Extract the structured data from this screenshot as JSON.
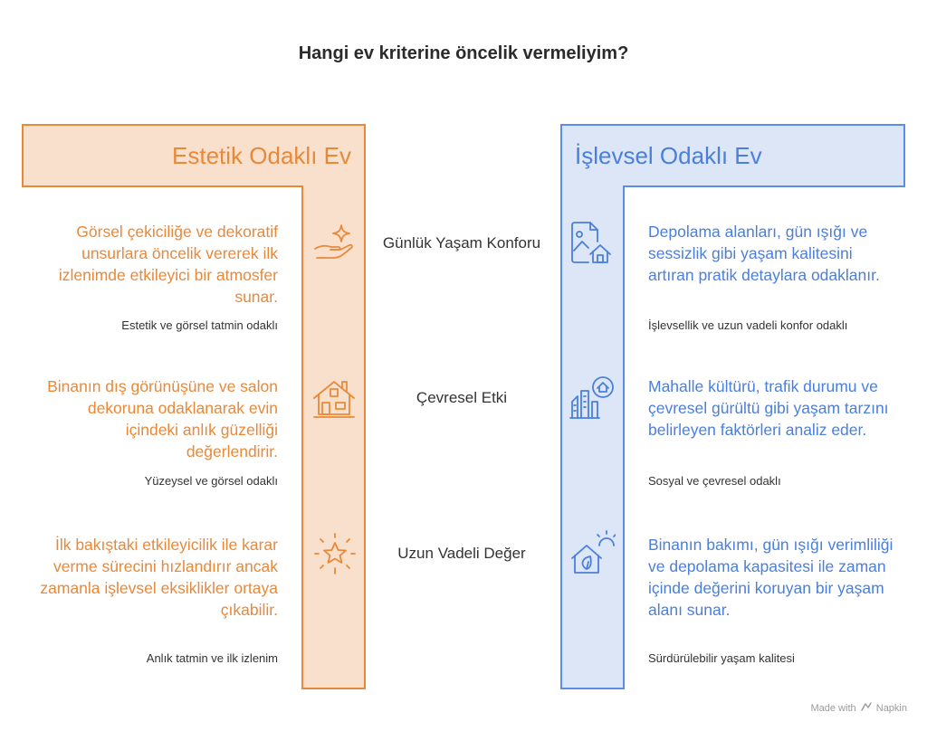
{
  "title": "Hangi ev kriterine öncelik vermeliyim?",
  "colors": {
    "aesthetic_accent": "#e8893a",
    "aesthetic_fill": "#f9e0cc",
    "functional_accent": "#4a7fdc",
    "functional_fill": "#dce6f7"
  },
  "aesthetic": {
    "header": "Estetik Odaklı Ev",
    "items": [
      {
        "icon": "sparkle-hand-icon",
        "text": "Görsel çekiciliğe ve dekoratif unsurlara öncelik vererek ilk izlenimde etkileyici bir atmosfer sunar.",
        "sub": "Estetik ve görsel tatmin odaklı"
      },
      {
        "icon": "house-icon",
        "text": "Binanın dış görünüşüne ve salon dekoruna odaklanarak evin içindeki anlık güzelliği değerlendirir.",
        "sub": "Yüzeysel ve görsel odaklı"
      },
      {
        "icon": "star-icon",
        "text": "İlk bakıştaki etkileyicilik ile karar verme sürecini hızlandırır ancak zamanla işlevsel eksiklikler ortaya çıkabilir.",
        "sub": "Anlık tatmin ve ilk izlenim"
      }
    ]
  },
  "functional": {
    "header": "İşlevsel Odaklı Ev",
    "items": [
      {
        "icon": "home-picture-icon",
        "text": "Depolama alanları, gün ışığı ve sessizlik gibi yaşam kalitesini artıran pratik detaylara odaklanır.",
        "sub": "İşlevsellik ve uzun vadeli konfor odaklı"
      },
      {
        "icon": "city-location-icon",
        "text": "Mahalle kültürü, trafik durumu ve çevresel gürültü gibi yaşam tarzını belirleyen faktörleri analiz eder.",
        "sub": "Sosyal ve çevresel odaklı"
      },
      {
        "icon": "eco-house-sun-icon",
        "text": "Binanın bakımı, gün ışığı verimliliği ve depolama kapasitesi ile zaman içinde değerini koruyan bir yaşam alanı sunar.",
        "sub": "Sürdürülebilir yaşam kalitesi"
      }
    ]
  },
  "criteria": [
    "Günlük Yaşam Konforu",
    "Çevresel Etki",
    "Uzun Vadeli Değer"
  ],
  "footer": {
    "text": "Made with",
    "brand": "Napkin"
  }
}
